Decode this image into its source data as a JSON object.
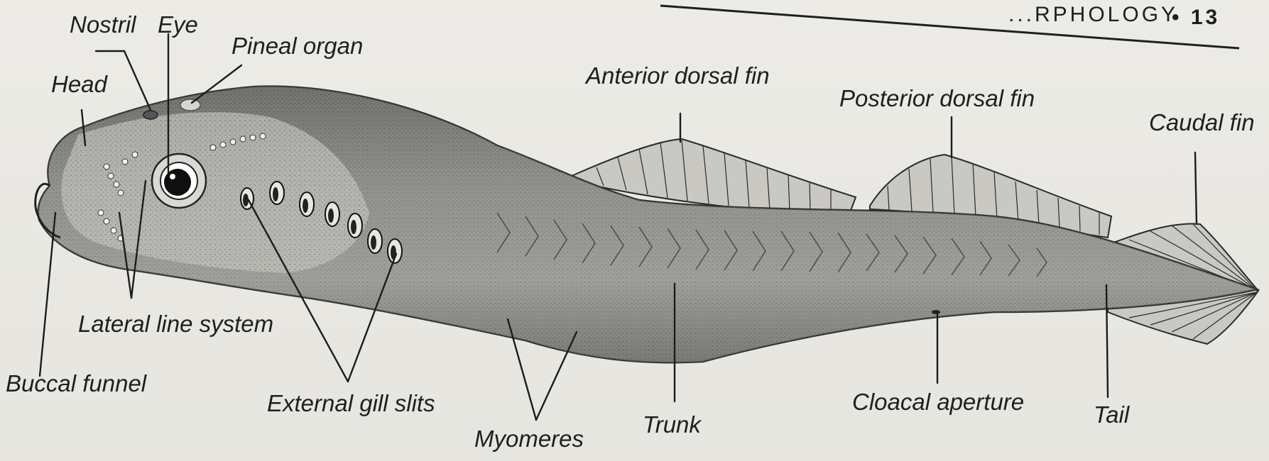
{
  "header": {
    "running_head": "...RPHOLOGY",
    "page_number": "• 13"
  },
  "labels": {
    "nostril": "Nostril",
    "eye": "Eye",
    "pineal_organ": "Pineal organ",
    "head": "Head",
    "anterior_dorsal_fin": "Anterior dorsal fin",
    "posterior_dorsal_fin": "Posterior dorsal fin",
    "caudal_fin": "Caudal fin",
    "lateral_line_system": "Lateral line system",
    "buccal_funnel": "Buccal funnel",
    "external_gill_slits": "External gill slits",
    "myomeres": "Myomeres",
    "trunk": "Trunk",
    "cloacal_aperture": "Cloacal aperture",
    "tail": "Tail"
  },
  "colors": {
    "paper": "#e9e8e3",
    "ink": "#1f1f1f",
    "body_shade": "#8e8e8a",
    "fin_fill": "#c9c8c2"
  }
}
